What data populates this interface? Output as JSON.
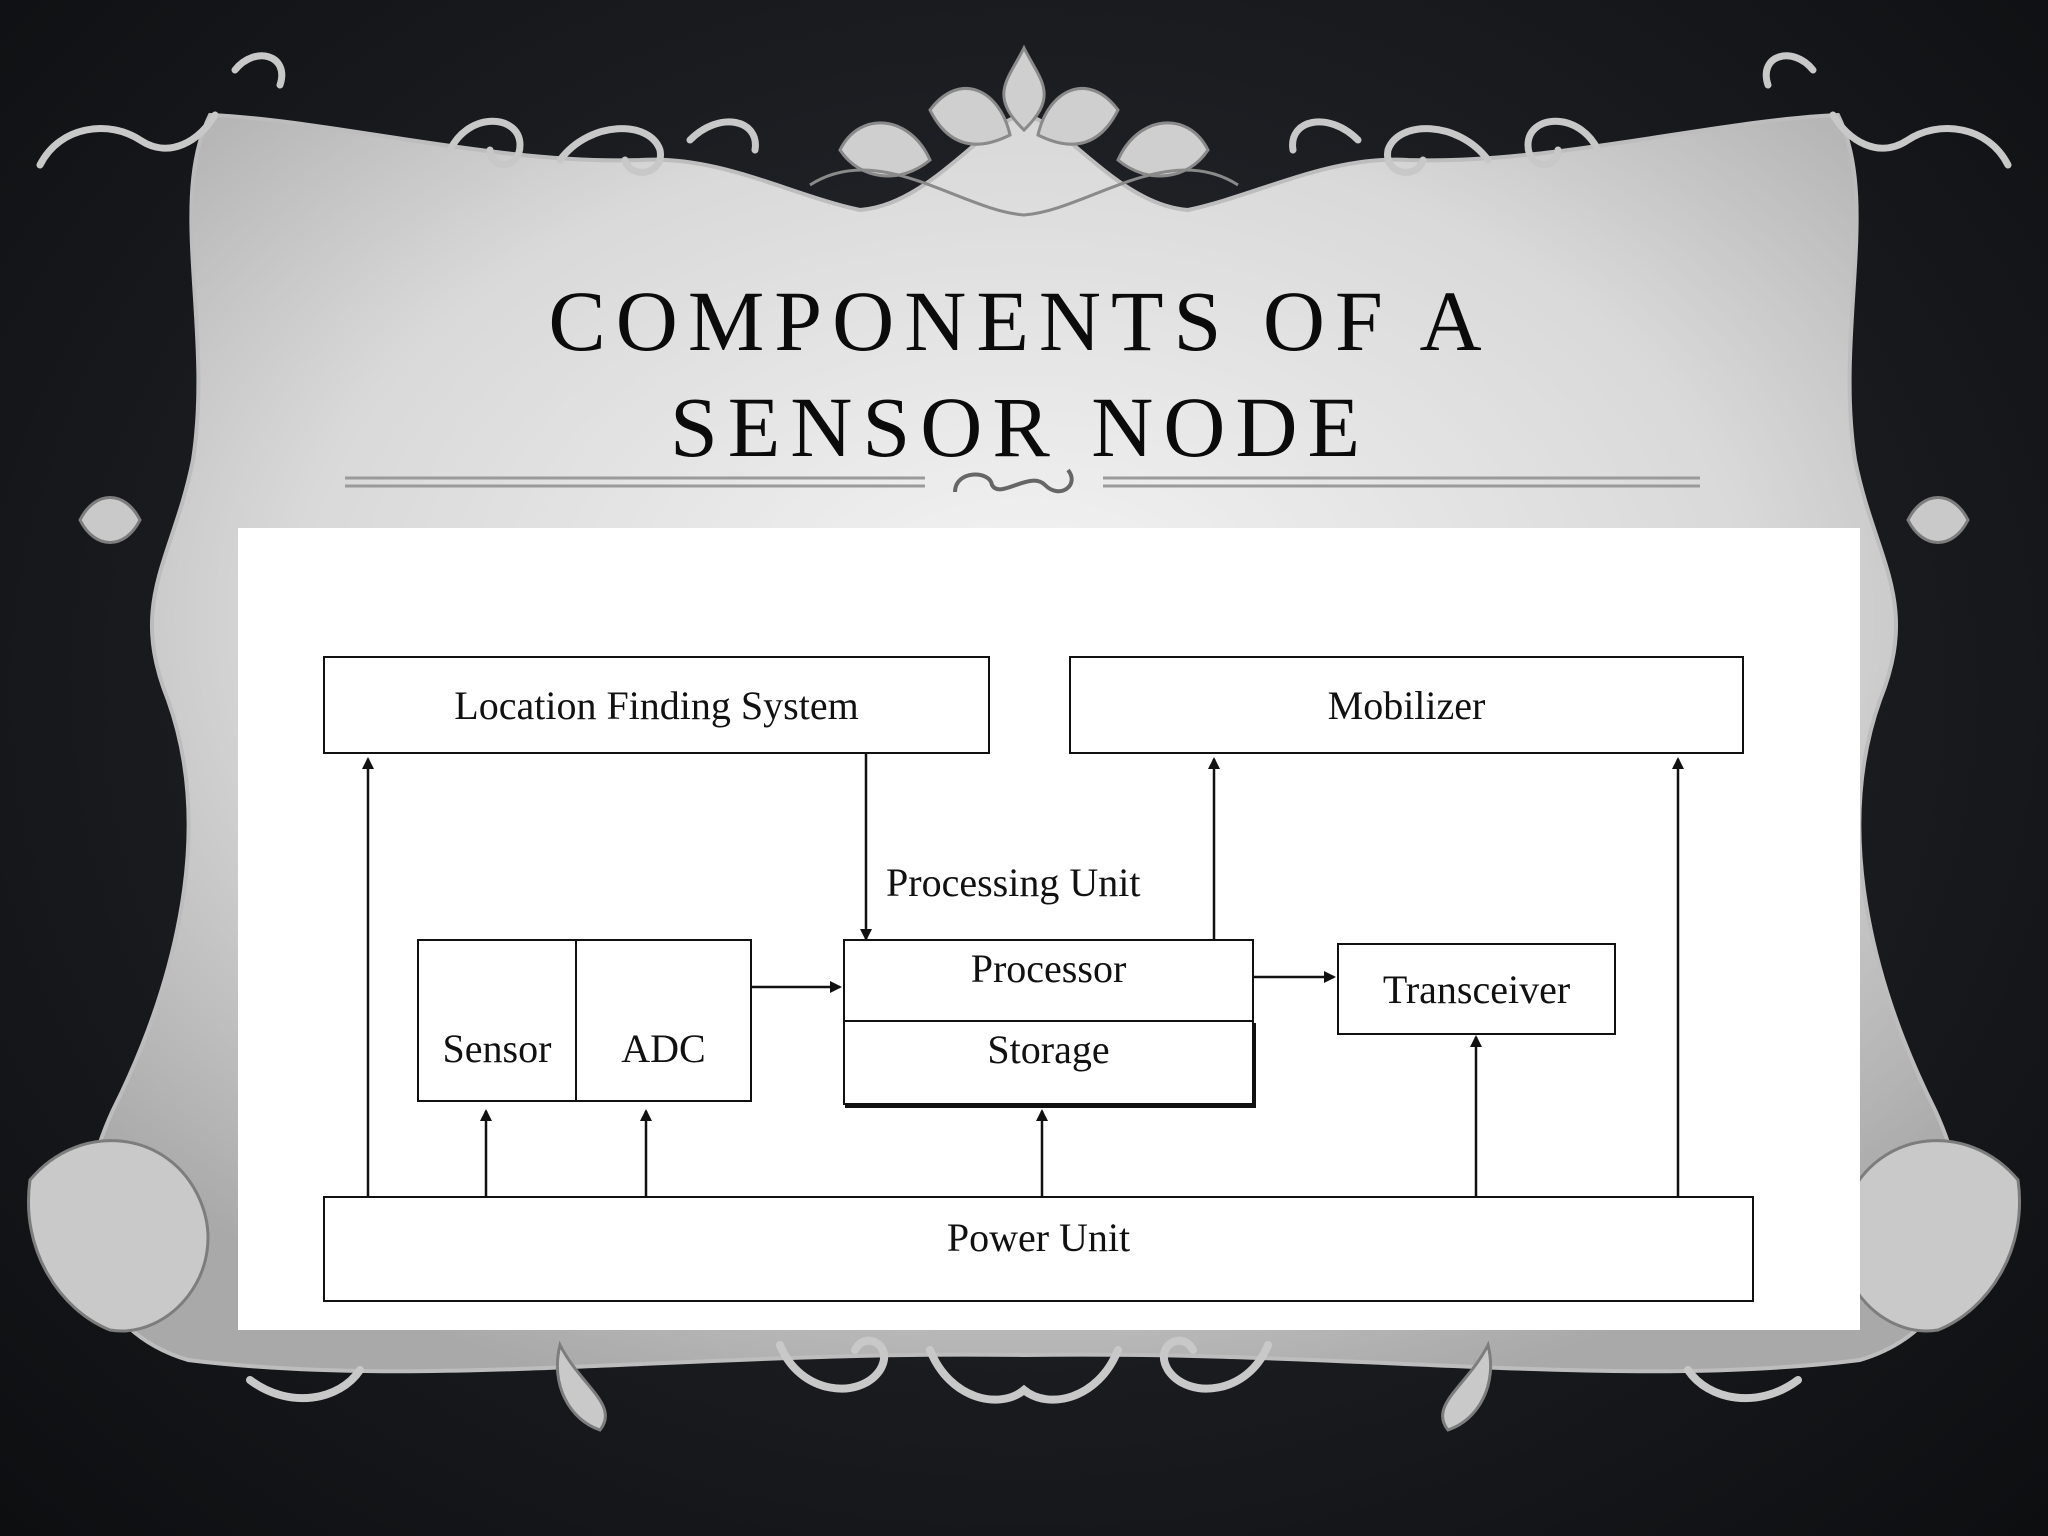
{
  "slide": {
    "title_line_1": "COMPONENTS OF A",
    "title_line_2": "SENSOR NODE"
  },
  "diagram": {
    "location_finding_system": "Location Finding System",
    "mobilizer": "Mobilizer",
    "processing_unit_caption": "Processing Unit",
    "sensor": "Sensor",
    "adc": "ADC",
    "processor": "Processor",
    "storage": "Storage",
    "transceiver": "Transceiver",
    "power_unit": "Power Unit"
  },
  "colors": {
    "background": "#1a1c20",
    "frame": "#d6d6d6",
    "ink": "#111111",
    "panel": "#ffffff"
  }
}
